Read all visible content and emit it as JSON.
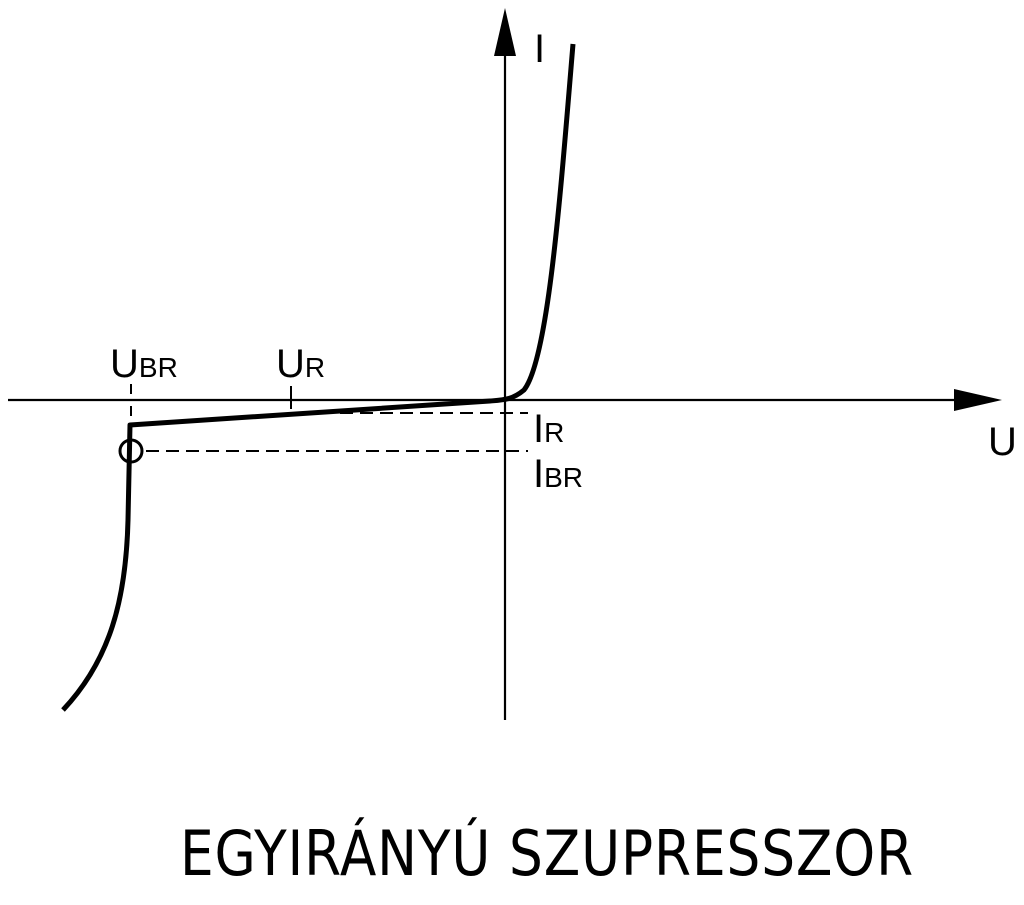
{
  "labels": {
    "y_axis": "I",
    "x_axis": "U",
    "u_br": {
      "main": "U",
      "sub": "BR"
    },
    "u_r": {
      "main": "U",
      "sub": "R"
    },
    "i_r": {
      "main": "I",
      "sub": "R"
    },
    "i_br": {
      "main": "I",
      "sub": "BR"
    }
  },
  "caption": "EGYIRÁNYÚ SZUPRESSZOR",
  "colors": {
    "ink": "#000000",
    "background": "#ffffff"
  }
}
